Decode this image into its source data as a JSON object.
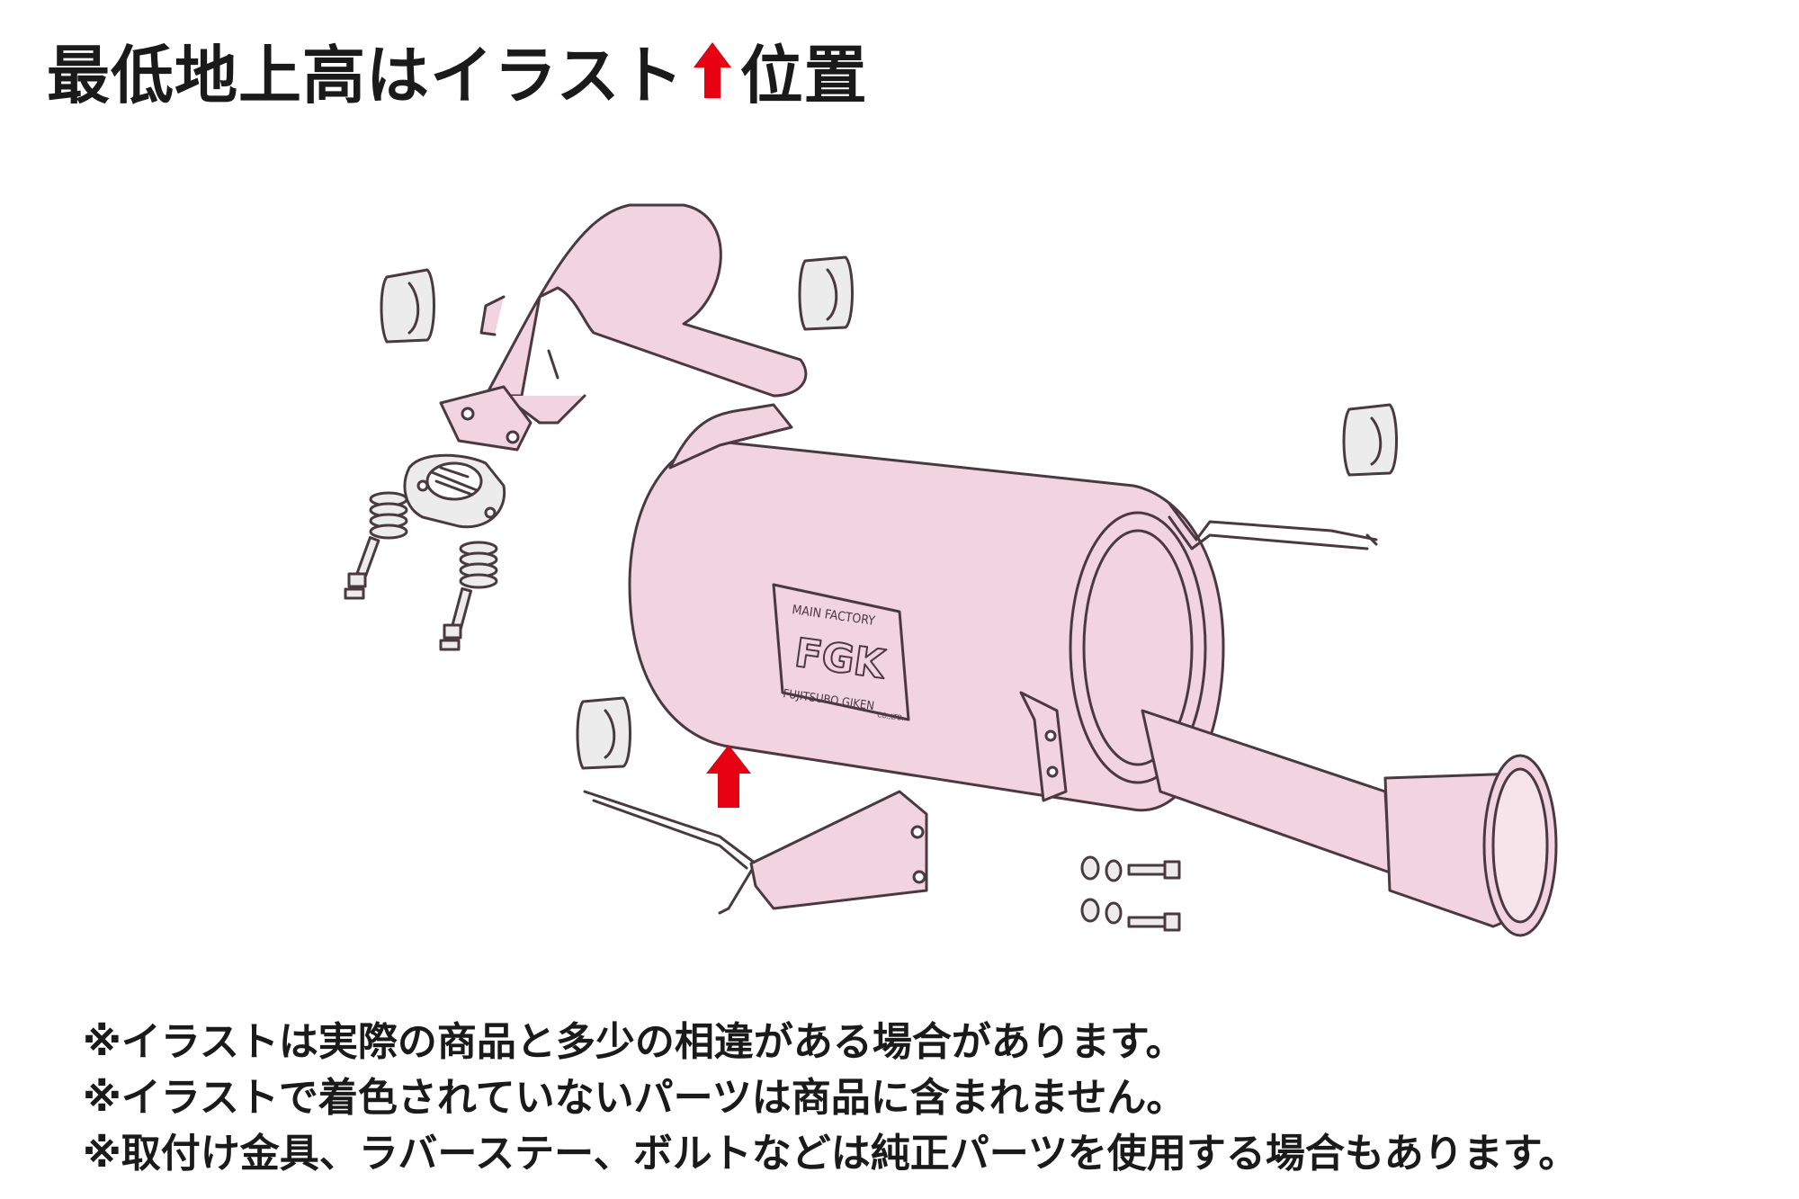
{
  "title": {
    "prefix": "最低地上高はイラスト",
    "suffix": "位置",
    "arrow_color": "#e60012"
  },
  "logo": {
    "top": "MAIN FACTORY",
    "mark": "FGK",
    "bottom": "FUJITSUBO GIKEN",
    "suffix": "CO.,LTD."
  },
  "notes": [
    "※イラストは実際の商品と多少の相違がある場合があります。",
    "※イラストで着色されていないパーツは商品に含まれません。",
    "※取付け金具、ラバーステー、ボルトなどは純正パーツを使用する場合もあります。"
  ],
  "colors": {
    "part_fill": "#f2d3e0",
    "outline": "#4a3a40",
    "rubber_fill": "#ececec",
    "arrow": "#e60012"
  }
}
